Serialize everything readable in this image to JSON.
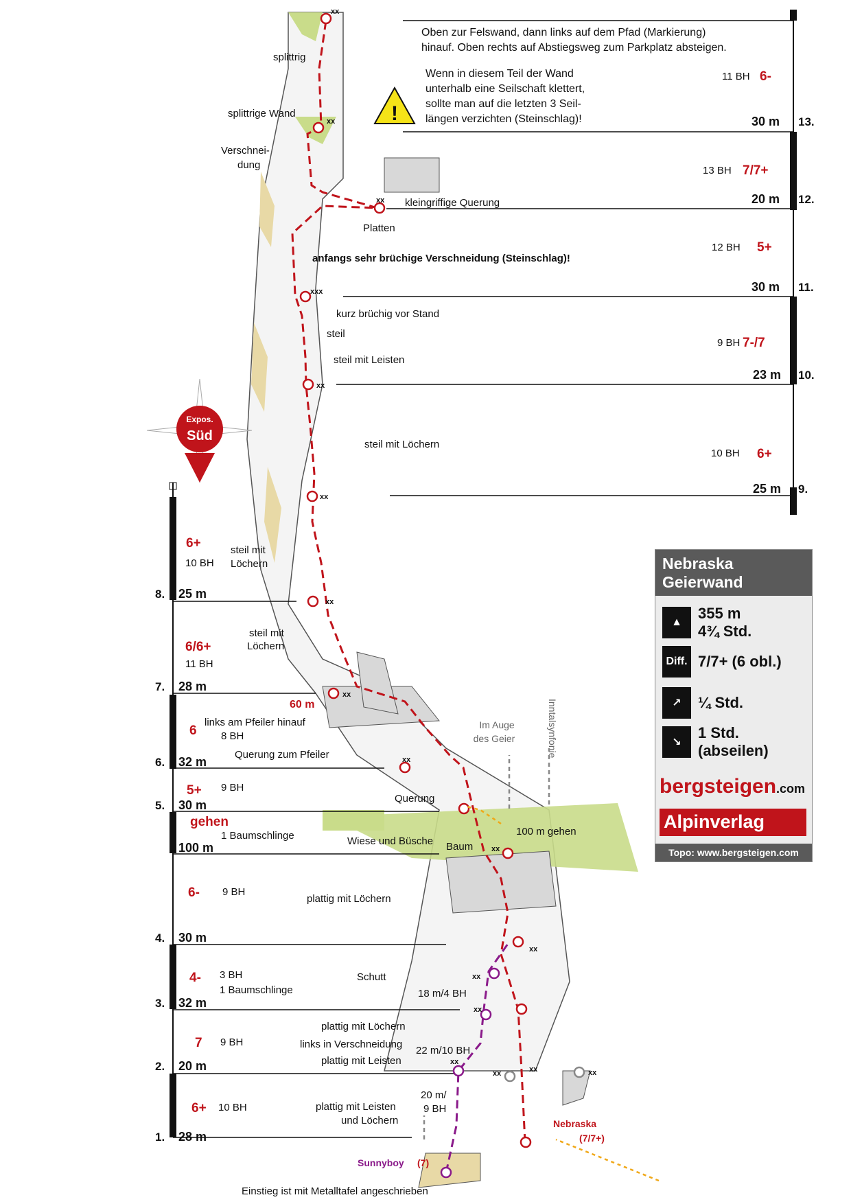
{
  "top_notes": {
    "line1": "Oben zur Felswand, dann links auf dem Pfad (Markierung)",
    "line2": "hinauf. Oben rechts auf Abstiegsweg zum Parkplatz absteigen.",
    "warn1": "Wenn in diesem Teil der Wand",
    "warn2": "unterhalb eine Seilschaft klettert,",
    "warn3": "sollte man auf die letzten 3 Seil-",
    "warn4": "längen verzichten (Steinschlag)!"
  },
  "right_pitches": [
    {
      "num": "13.",
      "length": "30 m",
      "bolts": "11 BH",
      "grade": "6-"
    },
    {
      "num": "12.",
      "length": "20 m",
      "bolts": "13 BH",
      "grade": "7/7+"
    },
    {
      "num": "11.",
      "length": "30 m",
      "bolts": "12 BH",
      "grade": "5+"
    },
    {
      "num": "10.",
      "length": "23 m",
      "bolts": "9 BH",
      "grade": "7-/7"
    },
    {
      "num": "9.",
      "length": "25 m",
      "bolts": "10 BH",
      "grade": "6+"
    }
  ],
  "left_pitches": [
    {
      "num": "8.",
      "length": "25 m",
      "bolts": "10 BH",
      "grade": "6+"
    },
    {
      "num": "7.",
      "length": "28 m",
      "bolts": "11 BH",
      "grade": "6/6+"
    },
    {
      "num": "6.",
      "length": "32 m",
      "bolts": "8 BH",
      "grade": "6"
    },
    {
      "num": "5.",
      "length": "30 m",
      "bolts": "9 BH",
      "grade": "5+"
    },
    {
      "num": "",
      "length": "100 m",
      "bolts": "1 Baumschlinge",
      "grade": "gehen"
    },
    {
      "num": "4.",
      "length": "30 m",
      "bolts": "9 BH",
      "grade": "6-"
    },
    {
      "num": "3.",
      "length": "32 m",
      "bolts": "3 BH",
      "bolts2": "1 Baumschlinge",
      "grade": "4-"
    },
    {
      "num": "2.",
      "length": "20 m",
      "bolts": "9 BH",
      "grade": "7"
    },
    {
      "num": "1.",
      "length": "28 m",
      "bolts": "10 BH",
      "grade": "6+"
    }
  ],
  "compass": {
    "label1": "Expos.",
    "label2": "Süd"
  },
  "annotations": {
    "splittrig": "splittrig",
    "splittrige_wand": "splittrige Wand",
    "verschneidung1": "Verschnei-",
    "verschneidung2": "dung",
    "kleingriffige": "kleingriffige Querung",
    "platten": "Platten",
    "bruechig": "anfangs sehr brüchige Verschneidung (Steinschlag)!",
    "kurz_bruechig": "kurz brüchig vor Stand",
    "steil": "steil",
    "steil_leisten": "steil mit Leisten",
    "steil_loechern": "steil mit Löchern",
    "steil_mit": "steil mit",
    "loechern": "Löchern",
    "links_pfeiler": "links am Pfeiler hinauf",
    "querung_pfeiler": "Querung zum Pfeiler",
    "sixty_m": "60 m",
    "querung": "Querung",
    "wiese": "Wiese und Büsche",
    "baum": "Baum",
    "hundred_gehen": "100 m gehen",
    "im_auge1": "Im Auge",
    "im_auge2": "des Geier",
    "inntal": "Inntalsynfonie",
    "plattig_loechern": "plattig mit Löchern",
    "schutt": "Schutt",
    "m18": "18 m/4 BH",
    "plattig_loechern2": "plattig mit Löchern",
    "links_verschneidung": "links in Verschneidung",
    "m22": "22 m/10 BH",
    "plattig_leisten": "plattig mit Leisten",
    "m20a": "20 m/",
    "m20b": "9 BH",
    "plattig_leisten_loechern1": "plattig mit Leisten",
    "plattig_leisten_loechern2": "und Löchern",
    "nebraska": "Nebraska",
    "nebraska_grade": "(7/7+)",
    "sunnyboy": "Sunnyboy",
    "sunnyboy_grade": "(7)",
    "einstieg": "Einstieg ist mit Metalltafel angeschrieben"
  },
  "info": {
    "title1": "Nebraska",
    "title2": "Geierwand",
    "height": "355 m",
    "time": "4¾ Std.",
    "diff_icon": "Diff.",
    "difficulty": "7/7+ (6 obl.)",
    "approach": "¼ Std.",
    "descent1": "1 Std.",
    "descent2": "(abseilen)",
    "brand1": "bergsteigen",
    "brand1_suffix": ".com",
    "brand2": "Alpinverlag",
    "footer": "Topo: www.bergsteigen.com"
  },
  "colors": {
    "route": "#c0141b",
    "sunnyboy": "#8a1a8a",
    "grass": "#c9dc8a",
    "rock": "#d8d8d8",
    "sand": "#e8d9a6"
  }
}
